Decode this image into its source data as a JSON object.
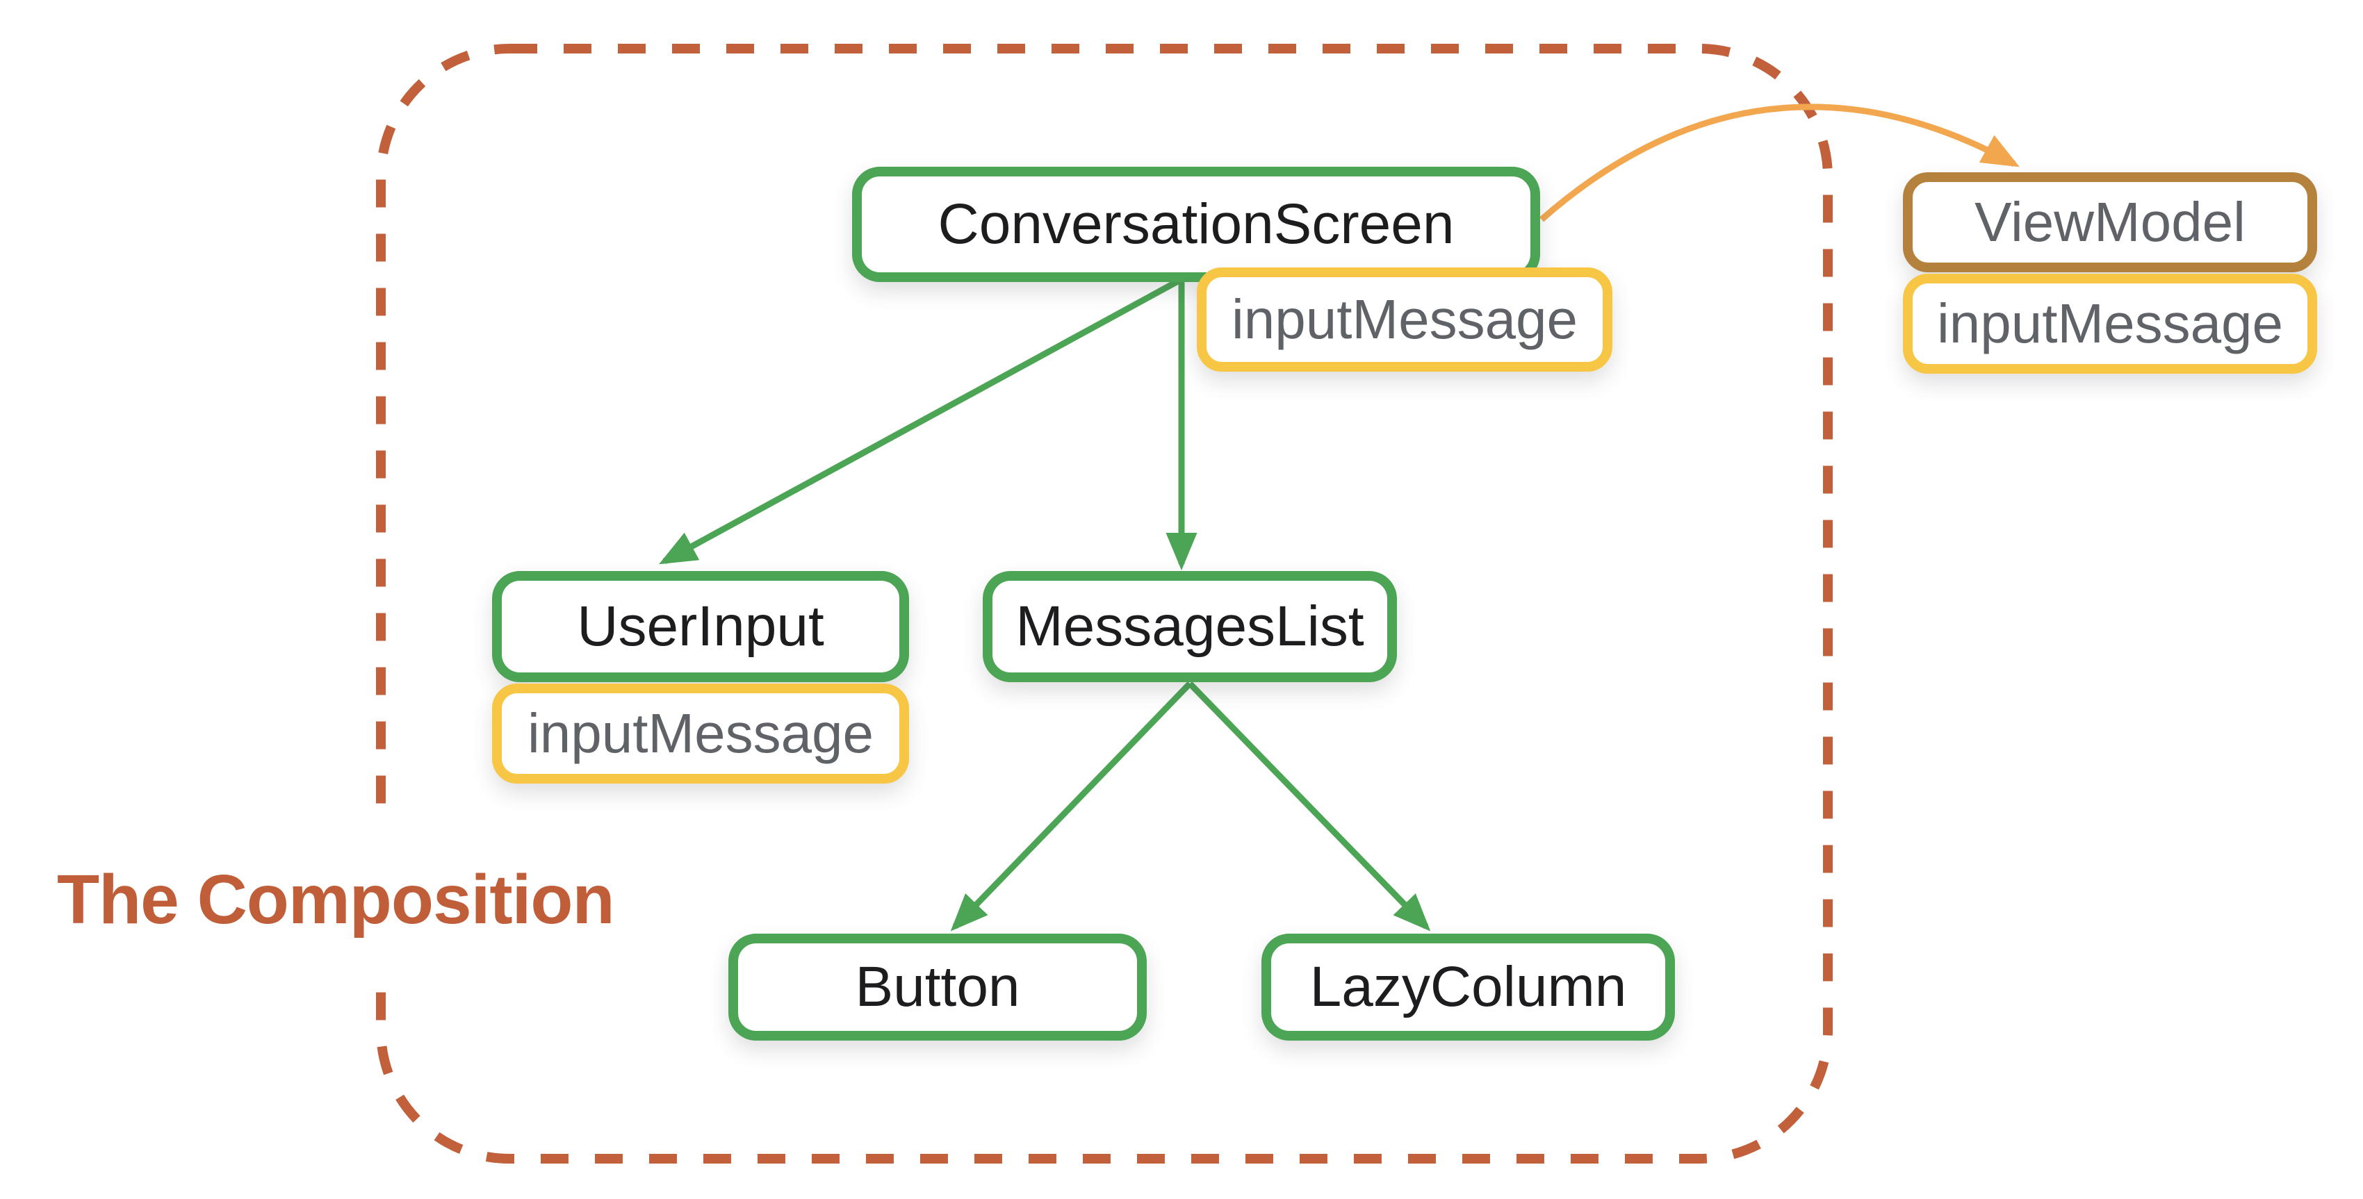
{
  "title": "The Composition",
  "diagram": {
    "nodes": {
      "conversation_screen": {
        "label": "ConversationScreen",
        "kind": "composable"
      },
      "conversation_screen_state": {
        "label": "inputMessage",
        "kind": "state"
      },
      "user_input": {
        "label": "UserInput",
        "kind": "composable"
      },
      "user_input_state": {
        "label": "inputMessage",
        "kind": "state"
      },
      "messages_list": {
        "label": "MessagesList",
        "kind": "composable"
      },
      "button": {
        "label": "Button",
        "kind": "composable"
      },
      "lazy_column": {
        "label": "LazyColumn",
        "kind": "composable"
      },
      "view_model": {
        "label": "ViewModel",
        "kind": "external"
      },
      "view_model_state": {
        "label": "inputMessage",
        "kind": "state"
      }
    },
    "edges": [
      {
        "from": "conversation_screen",
        "to": "user_input",
        "color": "green"
      },
      {
        "from": "conversation_screen",
        "to": "messages_list",
        "color": "green"
      },
      {
        "from": "messages_list",
        "to": "button",
        "color": "green"
      },
      {
        "from": "messages_list",
        "to": "lazy_column",
        "color": "green"
      },
      {
        "from": "conversation_screen",
        "to": "view_model",
        "color": "orange",
        "style": "curved"
      }
    ],
    "colors": {
      "composable_border": "#4CA555",
      "state_border": "#F8C645",
      "viewmodel_border": "#B5823E",
      "edge_green": "#4CA555",
      "edge_orange": "#F2A74F",
      "boundary_dashed": "#C2603C",
      "title_text": "#C05E3A",
      "node_text": "#1d1d1f",
      "state_text": "#5f6368",
      "background": "#ffffff"
    }
  }
}
